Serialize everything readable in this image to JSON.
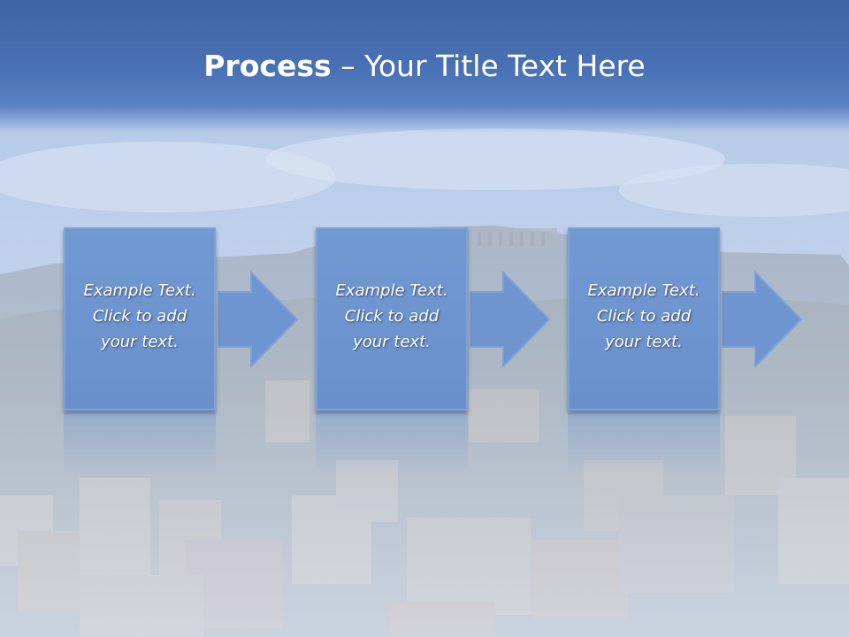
{
  "slide": {
    "title_bold": "Process",
    "title_rest": " – Your Title Text Here"
  },
  "steps": [
    {
      "line1": "Example Text.",
      "line2": "Click  to add",
      "line3": "your text."
    },
    {
      "line1": "Example Text.",
      "line2": "Click  to add",
      "line3": "your text."
    },
    {
      "line1": "Example Text.",
      "line2": "Click  to add",
      "line3": "your text."
    }
  ],
  "colors": {
    "title_band": "#4a72b6",
    "box_fill": "#6f95d0",
    "box_border": "#7fa2d6",
    "arrow_fill": "#6f95d0",
    "text": "#ffffff"
  }
}
